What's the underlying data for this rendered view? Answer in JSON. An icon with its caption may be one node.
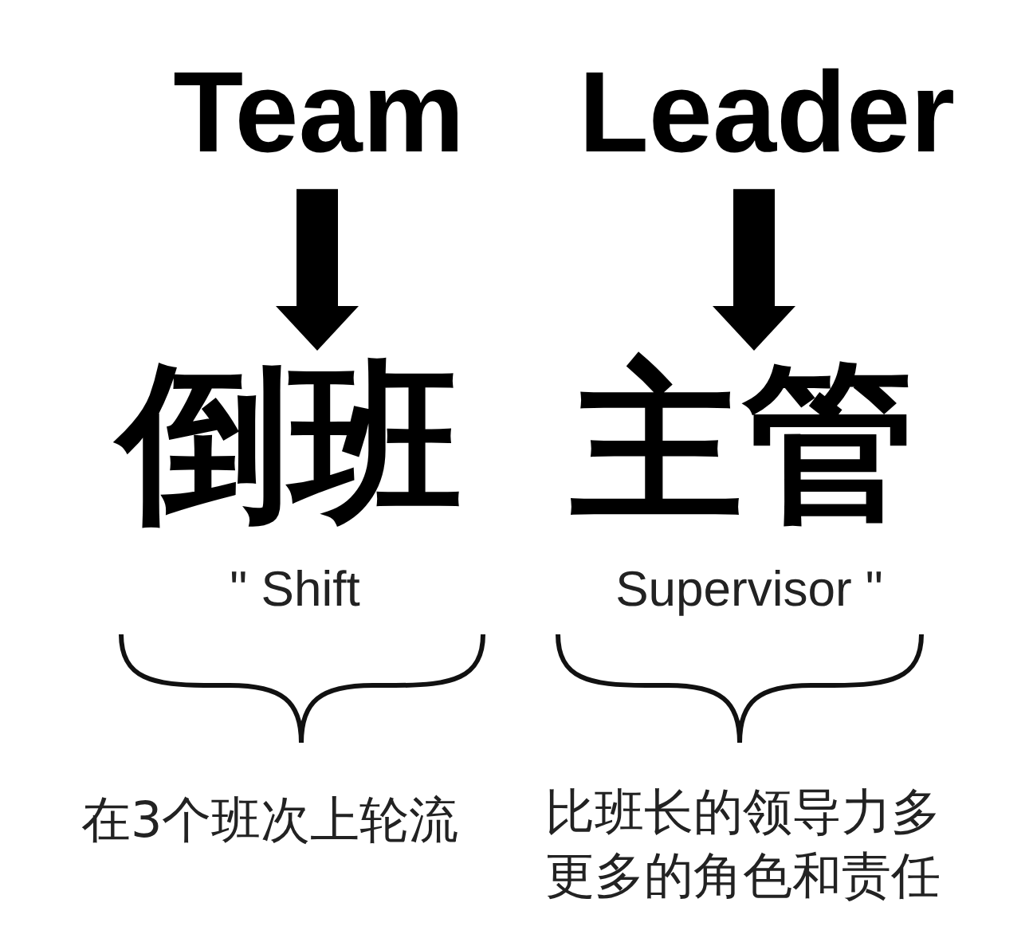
{
  "diagram": {
    "nodes": [
      {
        "text": [
          "Team"
        ]
      },
      {
        "text": [
          "Leader"
        ]
      },
      {
        "text": [
          "倒班"
        ],
        "beside": [
          "\" Shift"
        ]
      },
      {
        "text": [
          "主管"
        ],
        "beside": [
          "Supervisor \""
        ]
      }
    ],
    "edges": [
      {
        "from": 0,
        "to": 2,
        "arrow": "to"
      },
      {
        "from": 1,
        "to": 3,
        "arrow": "to"
      }
    ],
    "labels": [
      "在3个班次上轮流",
      "比班长的领导力多更多的角色和责任"
    ]
  }
}
